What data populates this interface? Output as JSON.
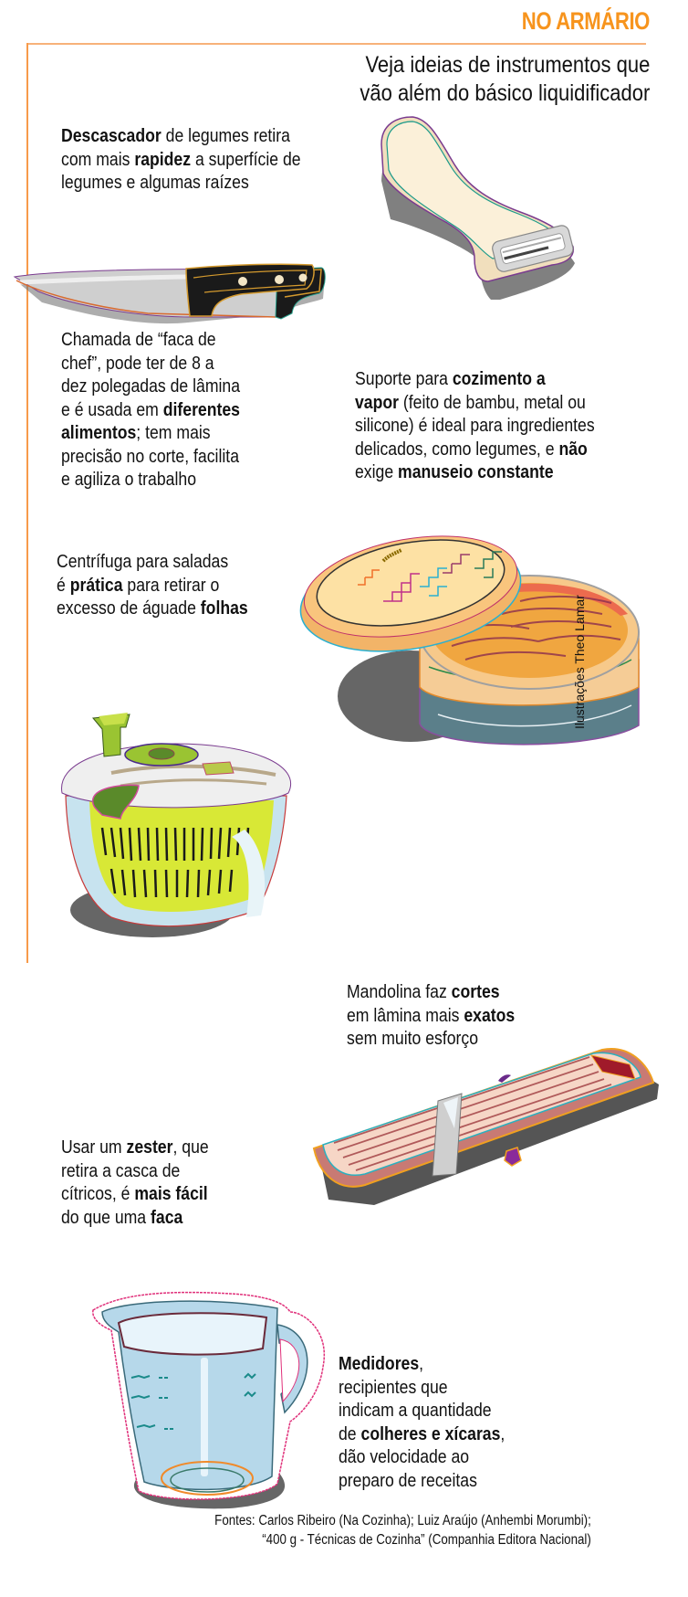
{
  "header": {
    "kicker": "NO ARMÁRIO",
    "headline_line1": "Veja ideias de instrumentos que",
    "headline_line2": "vão além do básico liquidificador",
    "accent_color": "#f7941d"
  },
  "items": {
    "peeler": {
      "lines": [
        [
          {
            "t": "Descascador",
            "b": true
          },
          {
            "t": " de legumes retira",
            "b": false
          }
        ],
        [
          {
            "t": "com mais ",
            "b": false
          },
          {
            "t": "rapidez",
            "b": true
          },
          {
            "t": " a superfície de",
            "b": false
          }
        ],
        [
          {
            "t": "legumes e algumas raízes",
            "b": false
          }
        ]
      ],
      "illustration": "peeler-illustration"
    },
    "knife": {
      "lines": [
        [
          {
            "t": "Chamada de “faca de",
            "b": false
          }
        ],
        [
          {
            "t": "chef”,  pode ter de 8 a",
            "b": false
          }
        ],
        [
          {
            "t": "dez polegadas de lâmina",
            "b": false
          }
        ],
        [
          {
            "t": "e é usada em ",
            "b": false
          },
          {
            "t": "diferentes",
            "b": true
          }
        ],
        [
          {
            "t": "alimentos",
            "b": true
          },
          {
            "t": "; tem mais",
            "b": false
          }
        ],
        [
          {
            "t": "precisão no corte, facilita",
            "b": false
          }
        ],
        [
          {
            "t": "e agiliza o trabalho",
            "b": false
          }
        ]
      ],
      "illustration": "chef-knife-illustration"
    },
    "steamer": {
      "lines": [
        [
          {
            "t": "Suporte para ",
            "b": false
          },
          {
            "t": "cozimento a",
            "b": true
          }
        ],
        [
          {
            "t": "vapor",
            "b": true
          },
          {
            "t": " (feito de bambu, metal ou",
            "b": false
          }
        ],
        [
          {
            "t": "silicone) é ideal para ingredientes",
            "b": false
          }
        ],
        [
          {
            "t": "delicados, como legumes, e ",
            "b": false
          },
          {
            "t": "não",
            "b": true
          }
        ],
        [
          {
            "t": "exige ",
            "b": false
          },
          {
            "t": "manuseio constante",
            "b": true
          }
        ]
      ],
      "illustration": "bamboo-steamer-illustration"
    },
    "salad_spinner": {
      "lines": [
        [
          {
            "t": "Centrífuga para saladas",
            "b": false
          }
        ],
        [
          {
            "t": "é ",
            "b": false
          },
          {
            "t": "prática",
            "b": true
          },
          {
            "t": " para retirar o",
            "b": false
          }
        ],
        [
          {
            "t": "excesso de águade ",
            "b": false
          },
          {
            "t": "folhas",
            "b": true
          }
        ]
      ],
      "illustration": "salad-spinner-illustration"
    },
    "mandoline": {
      "lines": [
        [
          {
            "t": "Mandolina faz ",
            "b": false
          },
          {
            "t": "cortes",
            "b": true
          }
        ],
        [
          {
            "t": "em lâmina mais ",
            "b": false
          },
          {
            "t": "exatos",
            "b": true
          }
        ],
        [
          {
            "t": "sem muito esforço",
            "b": false
          }
        ]
      ],
      "illustration": "mandoline-illustration"
    },
    "zester": {
      "lines": [
        [
          {
            "t": "Usar um ",
            "b": false
          },
          {
            "t": "zester",
            "b": true
          },
          {
            "t": ", que",
            "b": false
          }
        ],
        [
          {
            "t": "retira a casca de",
            "b": false
          }
        ],
        [
          {
            "t": "cítricos, é ",
            "b": false
          },
          {
            "t": "mais fácil",
            "b": true
          }
        ],
        [
          {
            "t": "do que uma ",
            "b": false
          },
          {
            "t": "faca",
            "b": true
          }
        ]
      ]
    },
    "measuring_cup": {
      "lines": [
        [
          {
            "t": "Medidores",
            "b": true
          },
          {
            "t": ",",
            "b": false
          }
        ],
        [
          {
            "t": "recipientes que",
            "b": false
          }
        ],
        [
          {
            "t": "indicam a quantidade",
            "b": false
          }
        ],
        [
          {
            "t": "de ",
            "b": false
          },
          {
            "t": "colheres e xícaras",
            "b": true
          },
          {
            "t": ",",
            "b": false
          }
        ],
        [
          {
            "t": "dão velocidade ao",
            "b": false
          }
        ],
        [
          {
            "t": "preparo de receitas",
            "b": false
          }
        ]
      ],
      "illustration": "measuring-cup-illustration"
    }
  },
  "credit": "Ilustrações Theo Lamar",
  "sources": {
    "line1": "Fontes: Carlos Ribeiro (Na Cozinha); Luiz Araújo (Anhembi Morumbi);",
    "line2": "“400 g - Técnicas de Cozinha” (Companhia Editora Nacional)"
  }
}
